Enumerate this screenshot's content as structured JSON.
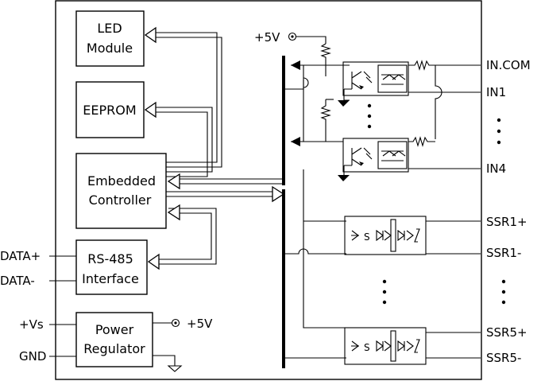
{
  "blocks": {
    "led": [
      "LED",
      "Module"
    ],
    "eeprom": [
      "EEPROM"
    ],
    "controller": [
      "Embedded",
      "Controller"
    ],
    "rs485": [
      "RS-485",
      "Interface"
    ],
    "power": [
      "Power",
      "Regulator"
    ]
  },
  "power_labels": {
    "top": "+5V",
    "regulator_out": "+5V"
  },
  "left_pins": {
    "data_plus": "DATA+",
    "data_minus": "DATA-",
    "vs": "+Vs",
    "gnd": "GND"
  },
  "right_pins": {
    "in_com": "IN.COM",
    "in1": "IN1",
    "in4": "IN4",
    "ssr1_plus": "SSR1+",
    "ssr1_minus": "SSR1-",
    "ssr5_plus": "SSR5+",
    "ssr5_minus": "SSR5-"
  },
  "ssr_marks": {
    "s": "S",
    "z": "z"
  }
}
